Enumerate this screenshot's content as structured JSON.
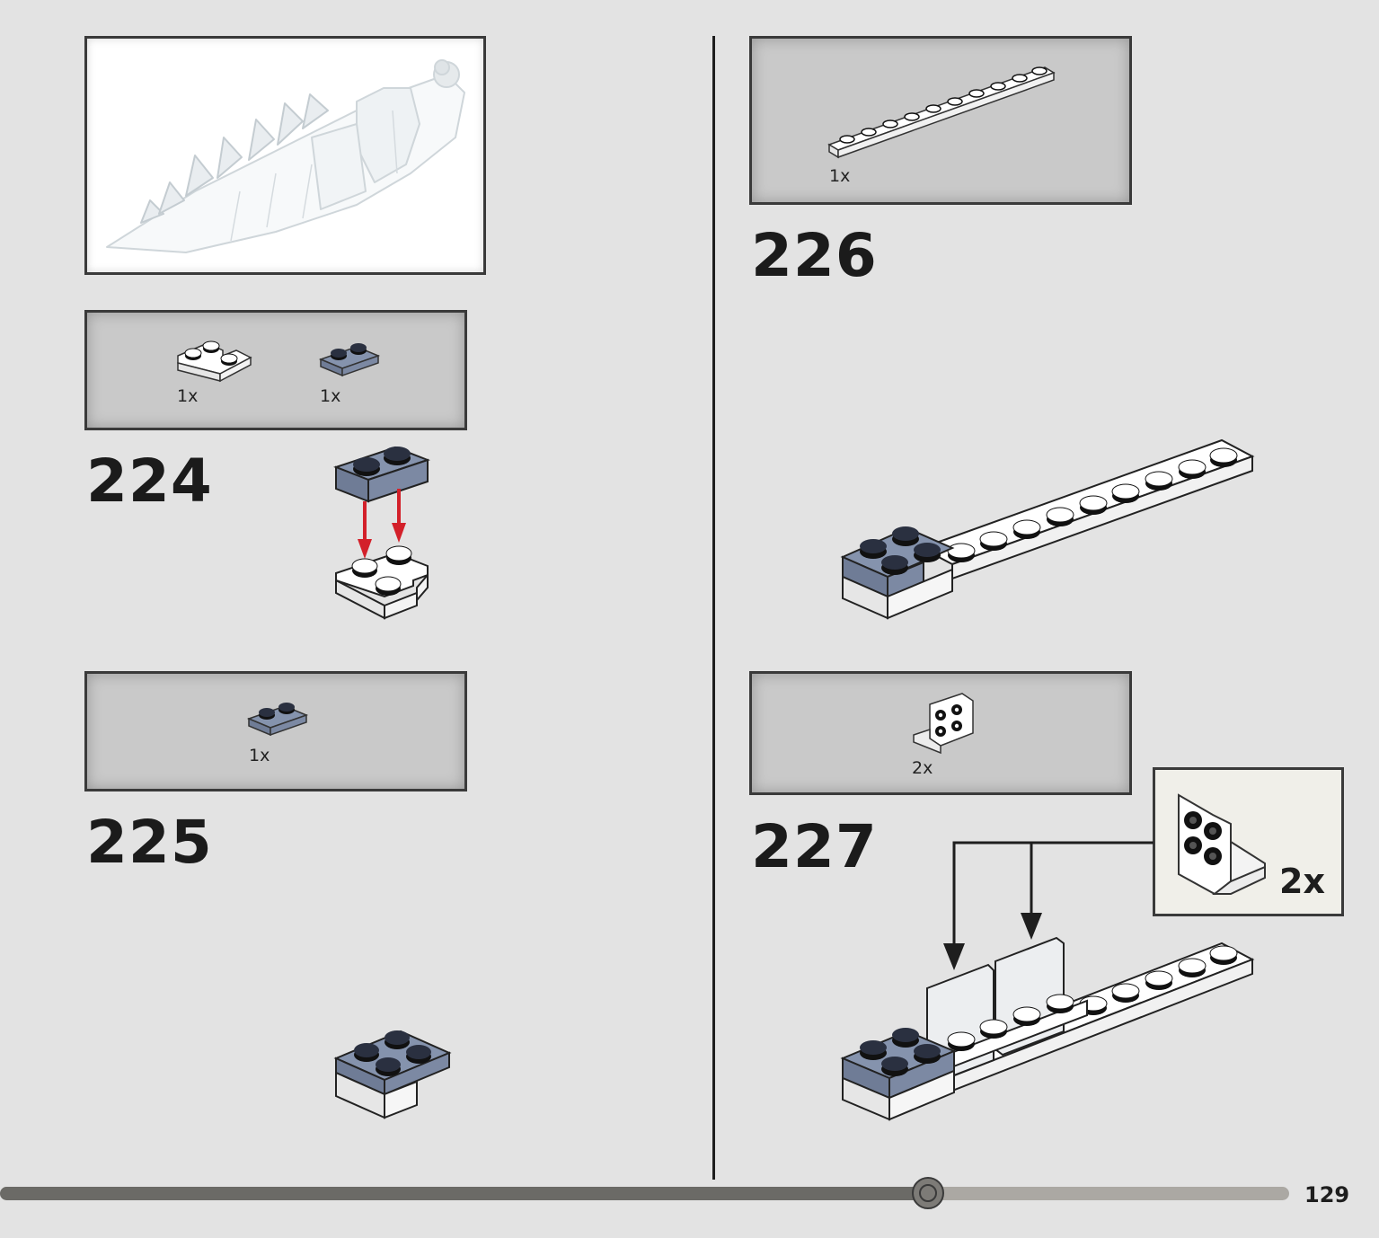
{
  "page_number": "129",
  "progress": 0.72,
  "colors": {
    "background": "#e3e3e3",
    "parts_box": "#c9c9c9",
    "sand_blue": "#7c8aa6",
    "white_brick": "#ffffff",
    "arrow_red": "#d3202a",
    "arrow_black": "#1e1e1e"
  },
  "steps": [
    {
      "number": "224",
      "parts": [
        {
          "qty": "1x",
          "part": "white-corner-plate-2x2"
        },
        {
          "qty": "1x",
          "part": "sand-blue-plate-1x2"
        }
      ]
    },
    {
      "number": "225",
      "parts": [
        {
          "qty": "1x",
          "part": "sand-blue-plate-1x2"
        }
      ]
    },
    {
      "number": "226",
      "parts": [
        {
          "qty": "1x",
          "part": "white-plate-1x10"
        }
      ]
    },
    {
      "number": "227",
      "parts": [
        {
          "qty": "2x",
          "part": "white-bracket-1x2-2x2"
        }
      ],
      "subassembly_qty": "2x"
    }
  ]
}
